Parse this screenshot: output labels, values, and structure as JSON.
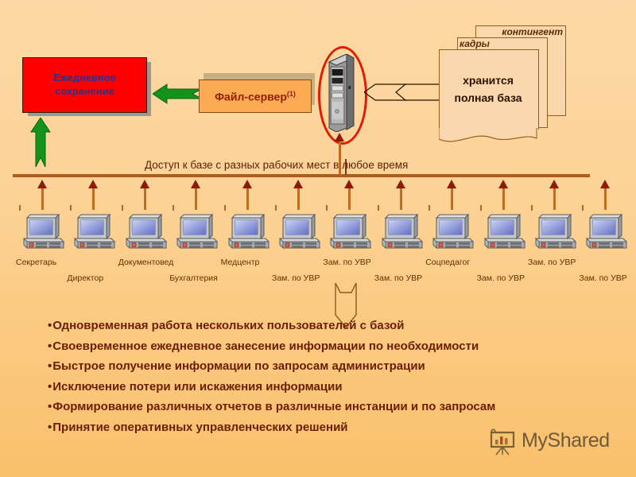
{
  "slide": {
    "background_top": "#fcd9a4",
    "background_bottom": "#f9c06c"
  },
  "daily_save": {
    "line1": "Ежедневное",
    "line2": "сохранение",
    "box_color": "#fe0000",
    "text_color": "#2e2e8f"
  },
  "file_server": {
    "label": "Файл-сервер",
    "superscript": "(1)",
    "box_color": "#fcab54",
    "text_color": "#8f1f06"
  },
  "server": {
    "icon": "server-tower-icon",
    "highlight_color": "#e01b00"
  },
  "documents": {
    "tab_back": "контингент",
    "tab_mid": "кадры",
    "front_line1": "хранится",
    "front_line2": "полная база",
    "page_color": "#fbd7ae"
  },
  "access_bus": {
    "caption": "Доступ к базе с  разных  рабочих   мест в любое время",
    "line_color": "#b05a1b",
    "arrow_color": "#8e1b06"
  },
  "workstations": [
    {
      "icon": "desktop-computer-icon",
      "label": "Секретарь",
      "row": "top"
    },
    {
      "icon": "desktop-computer-icon",
      "label": "Директор",
      "row": "bottom"
    },
    {
      "icon": "desktop-computer-icon",
      "label": "Документовед",
      "row": "top"
    },
    {
      "icon": "desktop-computer-icon",
      "label": "Бухгалтерия",
      "row": "bottom"
    },
    {
      "icon": "desktop-computer-icon",
      "label": "Медцентр",
      "row": "top"
    },
    {
      "icon": "desktop-computer-icon",
      "label": "Зам. по УВР",
      "row": "bottom"
    },
    {
      "icon": "desktop-computer-icon",
      "label": "Зам. по УВР",
      "row": "top"
    },
    {
      "icon": "desktop-computer-icon",
      "label": "Зам. по УВР",
      "row": "bottom"
    },
    {
      "icon": "desktop-computer-icon",
      "label": "Соцпедагог",
      "row": "top"
    },
    {
      "icon": "desktop-computer-icon",
      "label": "Зам. по УВР",
      "row": "bottom"
    },
    {
      "icon": "desktop-computer-icon",
      "label": "Зам. по УВР",
      "row": "top"
    },
    {
      "icon": "desktop-computer-icon",
      "label": "Зам. по УВР",
      "row": "bottom"
    }
  ],
  "benefits": {
    "bullet_char": "•",
    "items": [
      "Одновременная работа нескольких пользователей с базой",
      "Своевременное ежедневное занесение информации по необходимости",
      "Быстрое получение информации по запросам администрации",
      "Исключение потери или искажения  информации",
      "Формирование различных отчетов в различные инстанции и по запросам",
      "Принятие оперативных управленческих решений"
    ]
  },
  "watermark": {
    "text": "MyShared",
    "icon": "presentation-board-icon"
  }
}
